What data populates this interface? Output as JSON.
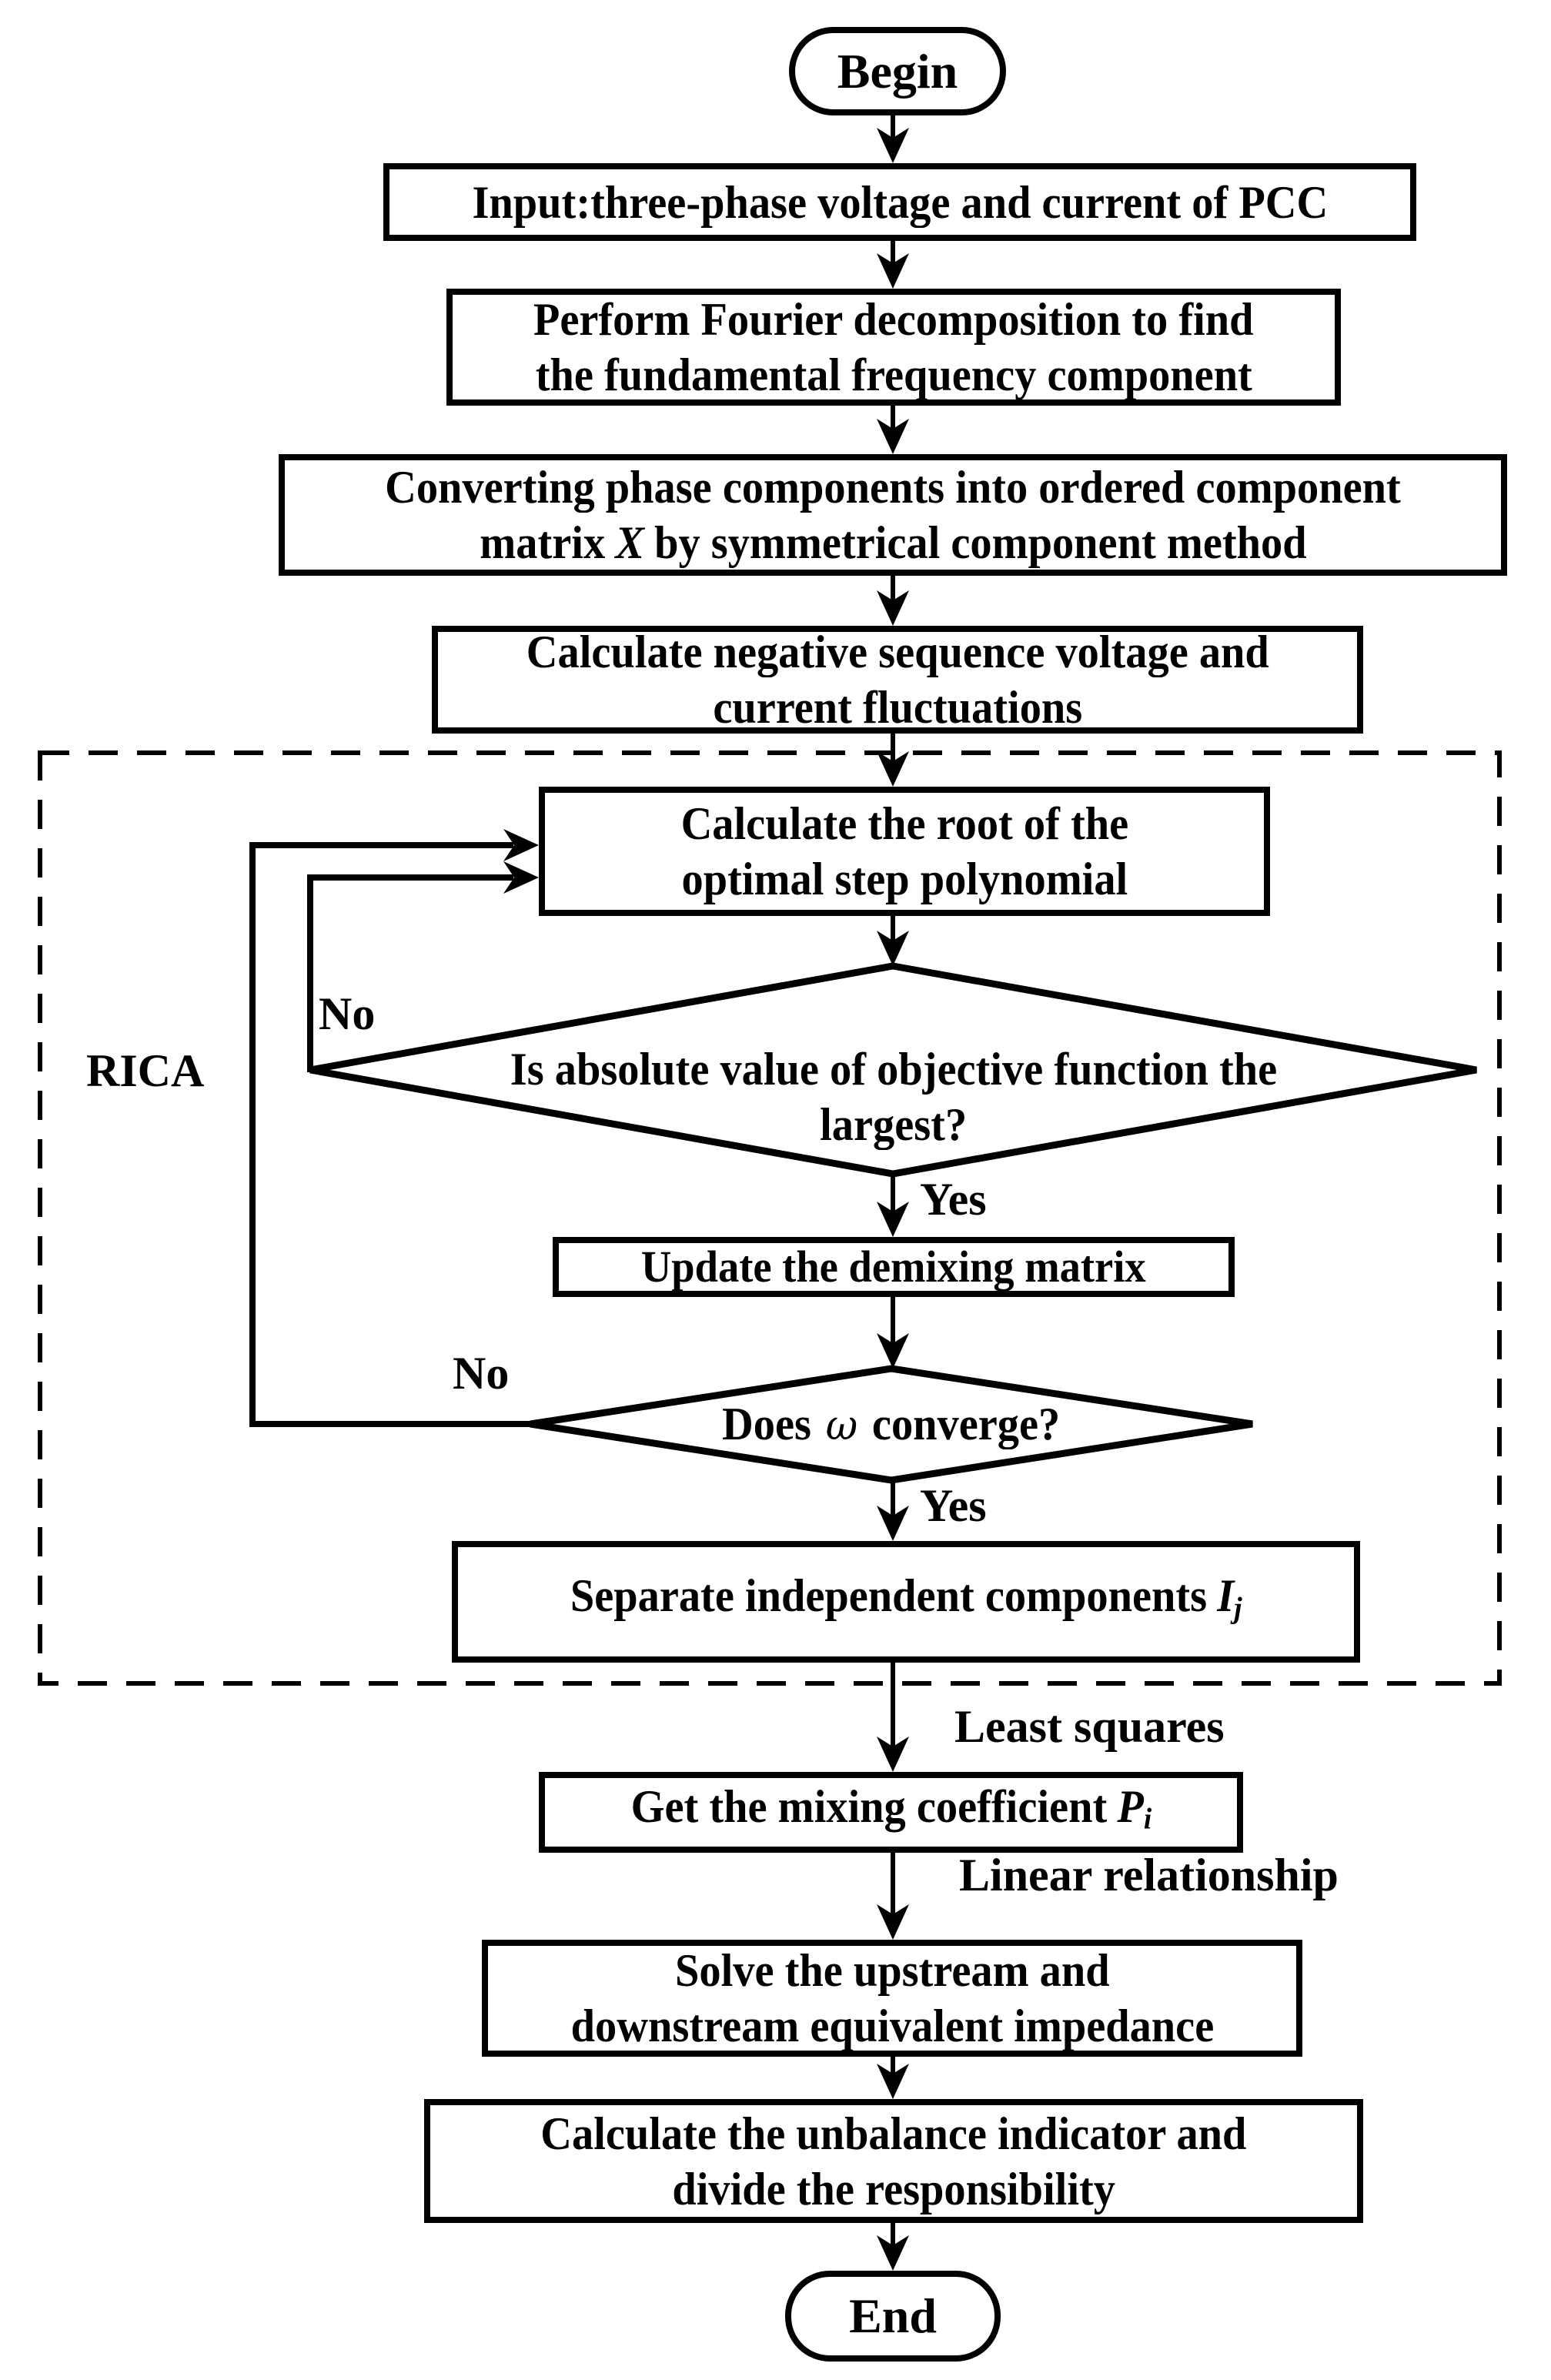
{
  "terminators": {
    "begin": "Begin",
    "end": "End"
  },
  "processes": {
    "input": {
      "line1": "Input:three-phase voltage and current of PCC"
    },
    "fourier": {
      "line1": "Perform Fourier decomposition to find",
      "line2": "the fundamental frequency component"
    },
    "convert": {
      "line1": "Converting phase components into ordered component",
      "line2_pre": "matrix",
      "line2_var": "X",
      "line2_post": "by symmetrical component method"
    },
    "negative_sequence": {
      "line1": "Calculate negative sequence voltage and",
      "line2": "current fluctuations"
    },
    "root": {
      "line1": "Calculate the root of the",
      "line2": "optimal step polynomial"
    },
    "update": {
      "line1": "Update the demixing matrix"
    },
    "separate": {
      "pre": "Separate independent components",
      "var": "I",
      "sub": "j"
    },
    "mixing": {
      "pre": "Get the mixing coefficient",
      "var": "P",
      "sub": "i"
    },
    "solve": {
      "line1": "Solve the upstream and",
      "line2": "downstream equivalent impedance"
    },
    "unbalance": {
      "line1": "Calculate the unbalance indicator and",
      "line2": "divide the responsibility"
    }
  },
  "decisions": {
    "objective": {
      "line1": "Is absolute value of objective function the",
      "line2": "largest?"
    },
    "converge": {
      "pre": "Does",
      "var": "ω",
      "post": "converge?"
    }
  },
  "labels": {
    "rica": "RICA",
    "no_objective": "No",
    "yes_objective": "Yes",
    "no_converge": "No",
    "yes_converge": "Yes",
    "least_squares": "Least squares",
    "linear_relationship": "Linear relationship"
  },
  "colors": {
    "line": "#000000",
    "background": "#ffffff"
  }
}
